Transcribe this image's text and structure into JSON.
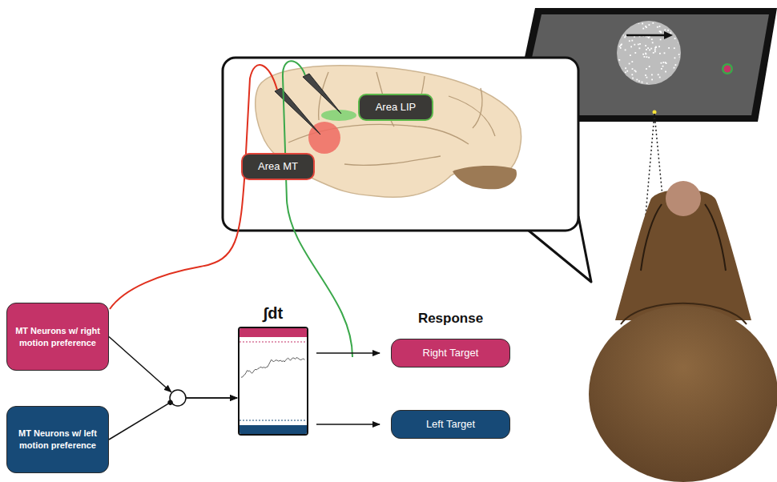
{
  "diagram": {
    "nodes": [
      {
        "text": [
          "Area LIP"
        ]
      },
      {
        "text": [
          "Area MT"
        ]
      },
      {
        "text": [
          "MT Neurons w/ right motion preference"
        ]
      },
      {
        "text": [
          "MT Neurons w/ left motion preference"
        ]
      },
      {
        "text": [
          "∫dt"
        ]
      },
      {
        "text": [
          "Right Target"
        ]
      },
      {
        "text": [
          "Left Target"
        ]
      }
    ],
    "edges": [
      {
        "from": 2,
        "to": 4,
        "arrow": "to"
      },
      {
        "from": 3,
        "to": 4,
        "arrow": "to"
      },
      {
        "from": 4,
        "to": 5,
        "arrow": "to"
      },
      {
        "from": 4,
        "to": 6,
        "arrow": "to"
      }
    ],
    "labels": [
      "Response"
    ]
  }
}
